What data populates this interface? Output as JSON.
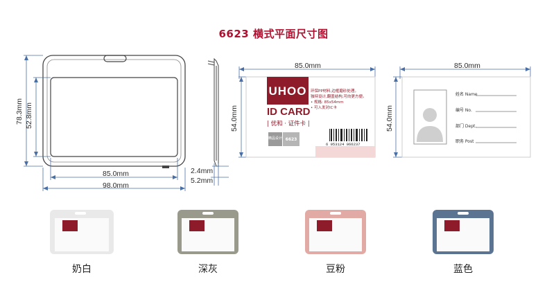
{
  "title": "6623  横式平面尺寸图",
  "dimensions": {
    "outer_height": "78.3mm",
    "inner_height": "52.8mm",
    "inner_width": "85.0mm",
    "outer_width": "98.0mm",
    "thickness_a": "2.4mm",
    "thickness_b": "5.2mm",
    "card_width_front": "85.0mm",
    "card_height_front": "54.0mm",
    "card_width_back": "85.0mm",
    "card_height_back": "54.0mm"
  },
  "card_front": {
    "brand": "UHOO",
    "product": "ID CARD",
    "subtitle": "| 优和 · 证件卡 |",
    "desc_lines": [
      "环保PP材料,边框磨砂处理。",
      "独特设计,翻盖结构,可向更方便。",
      "• 规格: 85x54mm",
      "• 可入发对IC卡"
    ],
    "badge_left": "精品设计",
    "badge_right": "6623",
    "barcode_number": "6 953124 066237"
  },
  "card_back": {
    "fields": [
      "姓名 Name",
      "编号 No.",
      "部门 Dept.",
      "职务 Post"
    ]
  },
  "colors": {
    "title": "#b01030",
    "brand_red": "#8e1b2a",
    "dim_line": "#4a6fa5",
    "variant_white": "#e9e9e9",
    "variant_gray": "#9a9a8c",
    "variant_pink": "#e2aaa4",
    "variant_blue": "#5a7492"
  },
  "variants": [
    {
      "label": "奶白",
      "color": "#e9e9e9"
    },
    {
      "label": "深灰",
      "color": "#9a9a8c"
    },
    {
      "label": "豆粉",
      "color": "#e2aaa4"
    },
    {
      "label": "蓝色",
      "color": "#5a7492"
    }
  ]
}
